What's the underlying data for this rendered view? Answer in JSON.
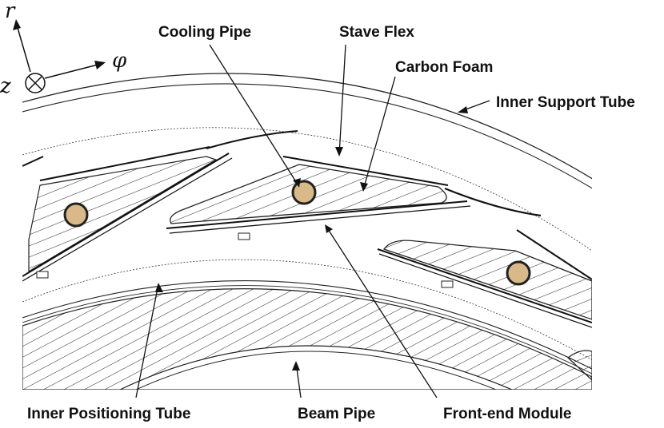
{
  "labels": {
    "cooling_pipe": "Cooling Pipe",
    "stave_flex": "Stave Flex",
    "carbon_foam": "Carbon Foam",
    "inner_support_tube": "Inner Support Tube",
    "inner_positioning_tube": "Inner Positioning Tube",
    "beam_pipe": "Beam Pipe",
    "front_end_module": "Front-end Module"
  },
  "axes": {
    "r": "r",
    "phi": "φ",
    "z": "z"
  },
  "colors": {
    "pipe_fill": "#d9b98a",
    "ink": "#111111",
    "hatch": "#222222"
  }
}
